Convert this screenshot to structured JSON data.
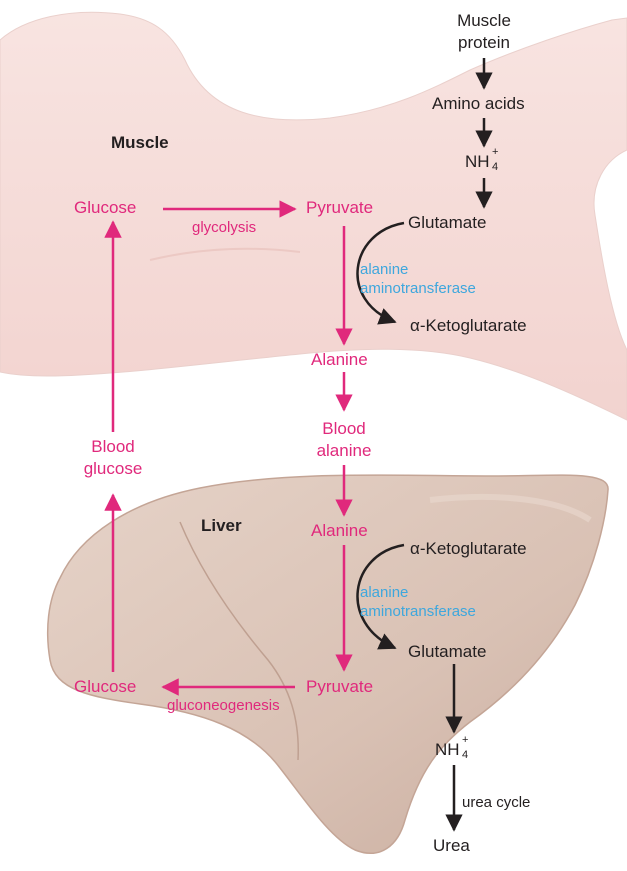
{
  "colors": {
    "pathway": "#e0297c",
    "enzyme": "#3ea7dd",
    "text": "#231f20",
    "muscle_fill": "#f5dcd9",
    "liver_fill": "#dcc6ba"
  },
  "regions": {
    "muscle": "Muscle",
    "liver": "Liver"
  },
  "muscle": {
    "muscle_protein": "Muscle\nprotein",
    "amino_acids": "Amino acids",
    "nh4_base": "NH",
    "nh4_sup": "+",
    "nh4_sub": "4",
    "glutamate": "Glutamate",
    "ketoglutarate": "α-Ketoglutarate",
    "glucose": "Glucose",
    "glycolysis": "glycolysis",
    "pyruvate": "Pyruvate",
    "enzyme": "alanine\naminotransferase",
    "alanine": "Alanine"
  },
  "blood": {
    "blood_alanine": "Blood\nalanine",
    "blood_glucose": "Blood\nglucose"
  },
  "liver": {
    "alanine": "Alanine",
    "ketoglutarate": "α-Ketoglutarate",
    "enzyme": "alanine\naminotransferase",
    "glutamate": "Glutamate",
    "pyruvate": "Pyruvate",
    "glucose": "Glucose",
    "gluconeogenesis": "gluconeogenesis",
    "nh4_base": "NH",
    "nh4_sup": "+",
    "nh4_sub": "4",
    "urea_cycle": "urea cycle",
    "urea": "Urea"
  }
}
